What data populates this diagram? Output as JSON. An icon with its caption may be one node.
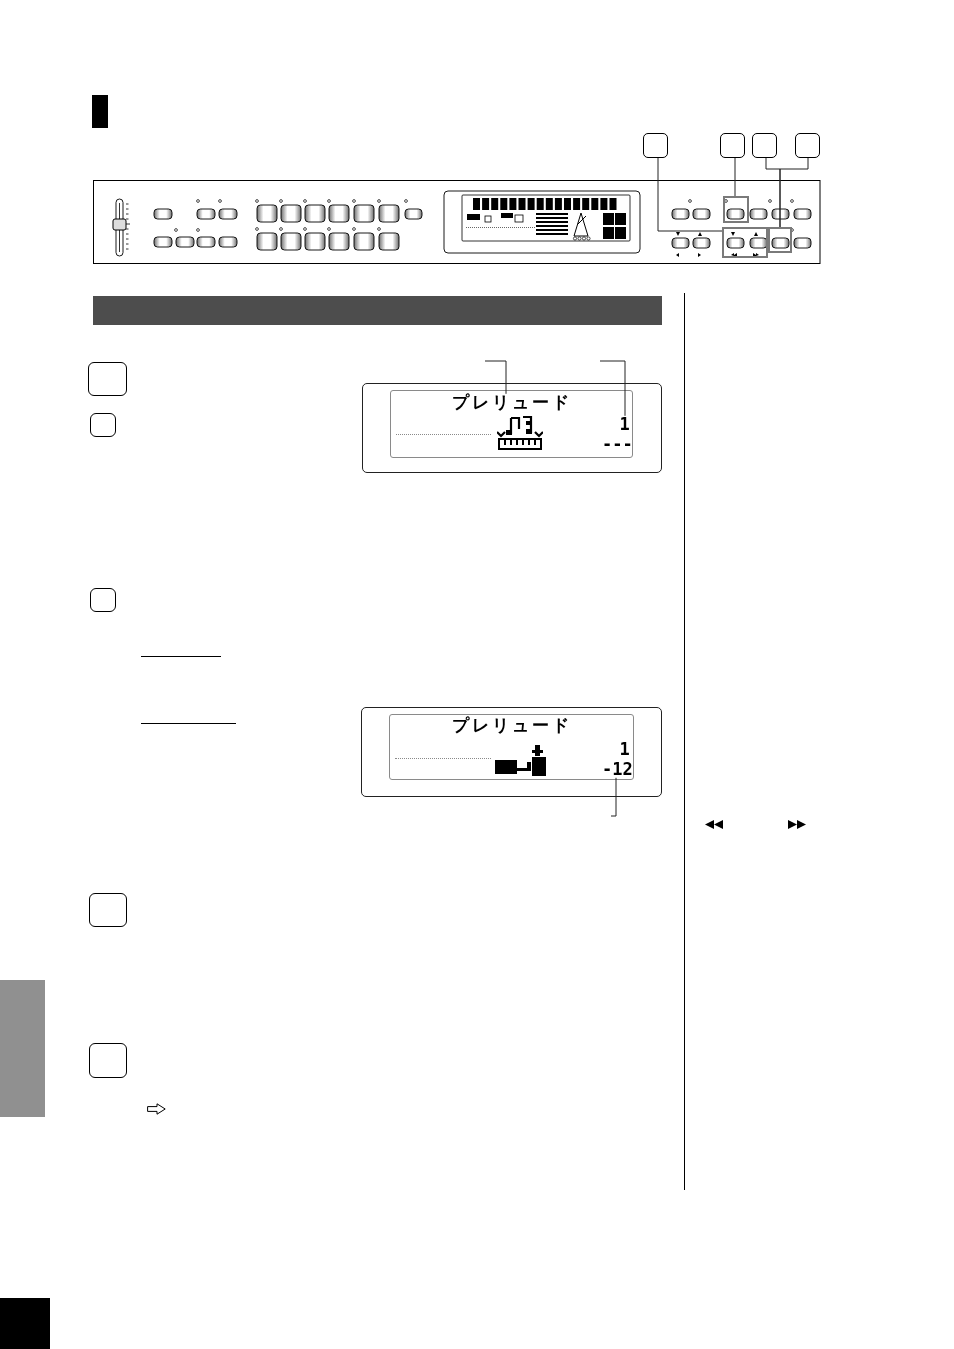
{
  "diagram": {
    "nodes": [
      {
        "text": [],
        "shape": "box"
      },
      {
        "text": [],
        "shape": "box"
      },
      {
        "text": [],
        "shape": "box"
      },
      {
        "text": [],
        "shape": "box"
      },
      {
        "text": [],
        "shape": "box"
      },
      {
        "text": [],
        "shape": "box"
      },
      {
        "text": [],
        "shape": "box"
      },
      {
        "text": [],
        "shape": "box"
      },
      {
        "text": [
          "プレリュード"
        ],
        "in": 7
      },
      {
        "text": [
          "1"
        ],
        "in": 7
      },
      {
        "text": [
          "---"
        ],
        "in": 7
      },
      {
        "text": [],
        "shape": "box"
      },
      {
        "text": [
          "プレリュード"
        ],
        "in": 11
      },
      {
        "text": [
          "1"
        ],
        "in": 11
      },
      {
        "text": [
          "-12"
        ],
        "in": 11
      },
      {
        "text": [],
        "shape": "box"
      }
    ],
    "edges": [
      {
        "from": 0,
        "to": 5,
        "arrow": "none"
      },
      {
        "from": 1,
        "to": 4,
        "arrow": "none"
      },
      {
        "from": 2,
        "to": 6,
        "arrow": "none"
      },
      {
        "from": 3,
        "to": 6,
        "arrow": "none"
      },
      {
        "from": null,
        "to": 8,
        "arrow": "none"
      },
      {
        "from": null,
        "to": 9,
        "arrow": "none"
      },
      {
        "from": null,
        "to": 14,
        "arrow": "none"
      }
    ]
  }
}
